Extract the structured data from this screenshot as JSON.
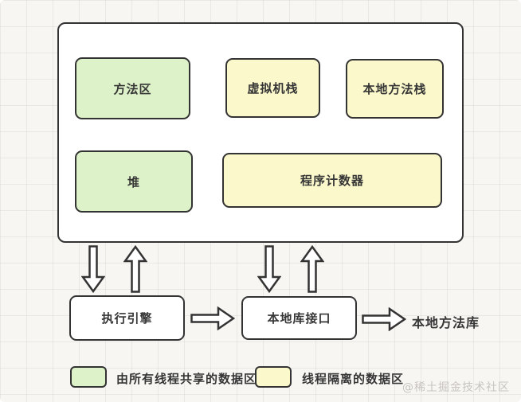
{
  "palette": {
    "shared_fill": "#ddf2c8",
    "isolated_fill": "#fbf8cb",
    "stroke": "#333333",
    "text": "#363636",
    "background": "#f7f6f3",
    "watermark": "#c8c5c0"
  },
  "runtime_data_area": {
    "boxes": {
      "method_area": {
        "label": "方法区",
        "category": "shared"
      },
      "vm_stack": {
        "label": "虚拟机栈",
        "category": "isolated"
      },
      "native_method_stack": {
        "label": "本地方法栈",
        "category": "isolated"
      },
      "heap": {
        "label": "堆",
        "category": "shared"
      },
      "program_counter": {
        "label": "程序计数器",
        "category": "isolated"
      }
    }
  },
  "engine_row": {
    "execution_engine": {
      "label": "执行引擎"
    },
    "native_interface": {
      "label": "本地库接口"
    },
    "native_method_library_label": "本地方法库"
  },
  "legend": {
    "shared_label": "由所有线程共享的数据区",
    "isolated_label": "线程隔离的数据区"
  },
  "watermark": "@稀土掘金技术社区"
}
